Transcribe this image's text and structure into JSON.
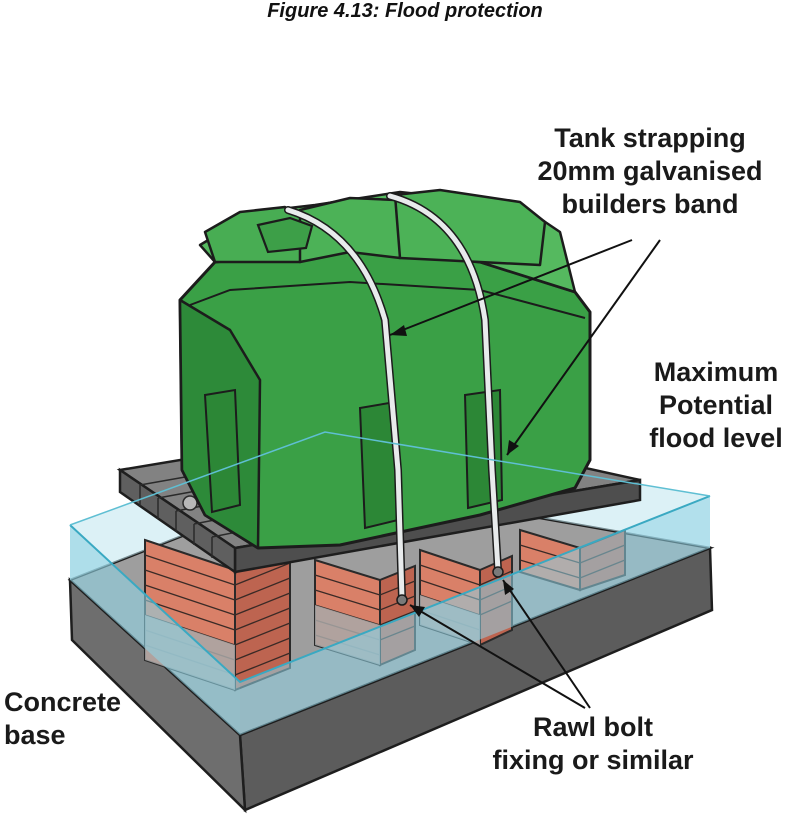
{
  "figure": {
    "title": "Figure 4.13: Flood protection"
  },
  "labels": {
    "tank_strapping": [
      "Tank strapping",
      "20mm galvanised",
      "builders band"
    ],
    "flood_level": [
      "Maximum",
      "Potential",
      "flood level"
    ],
    "concrete_base": [
      "Concrete",
      "base"
    ],
    "rawl_bolt": [
      "Rawl bolt",
      "fixing or similar"
    ]
  },
  "colors": {
    "tank_green": "#3aa046",
    "tank_green_dark": "#23752d",
    "tank_green_light": "#5bc064",
    "water": "#a9dce8",
    "water_edge": "#4fb6cc",
    "concrete": "#7d7d7d",
    "concrete_dark": "#555555",
    "brick": "#d9826c",
    "brick_dark": "#b85f4a",
    "brick_grey": "#9c9c9c",
    "slab": "#6f6f6f",
    "strap": "#e8ebec"
  }
}
